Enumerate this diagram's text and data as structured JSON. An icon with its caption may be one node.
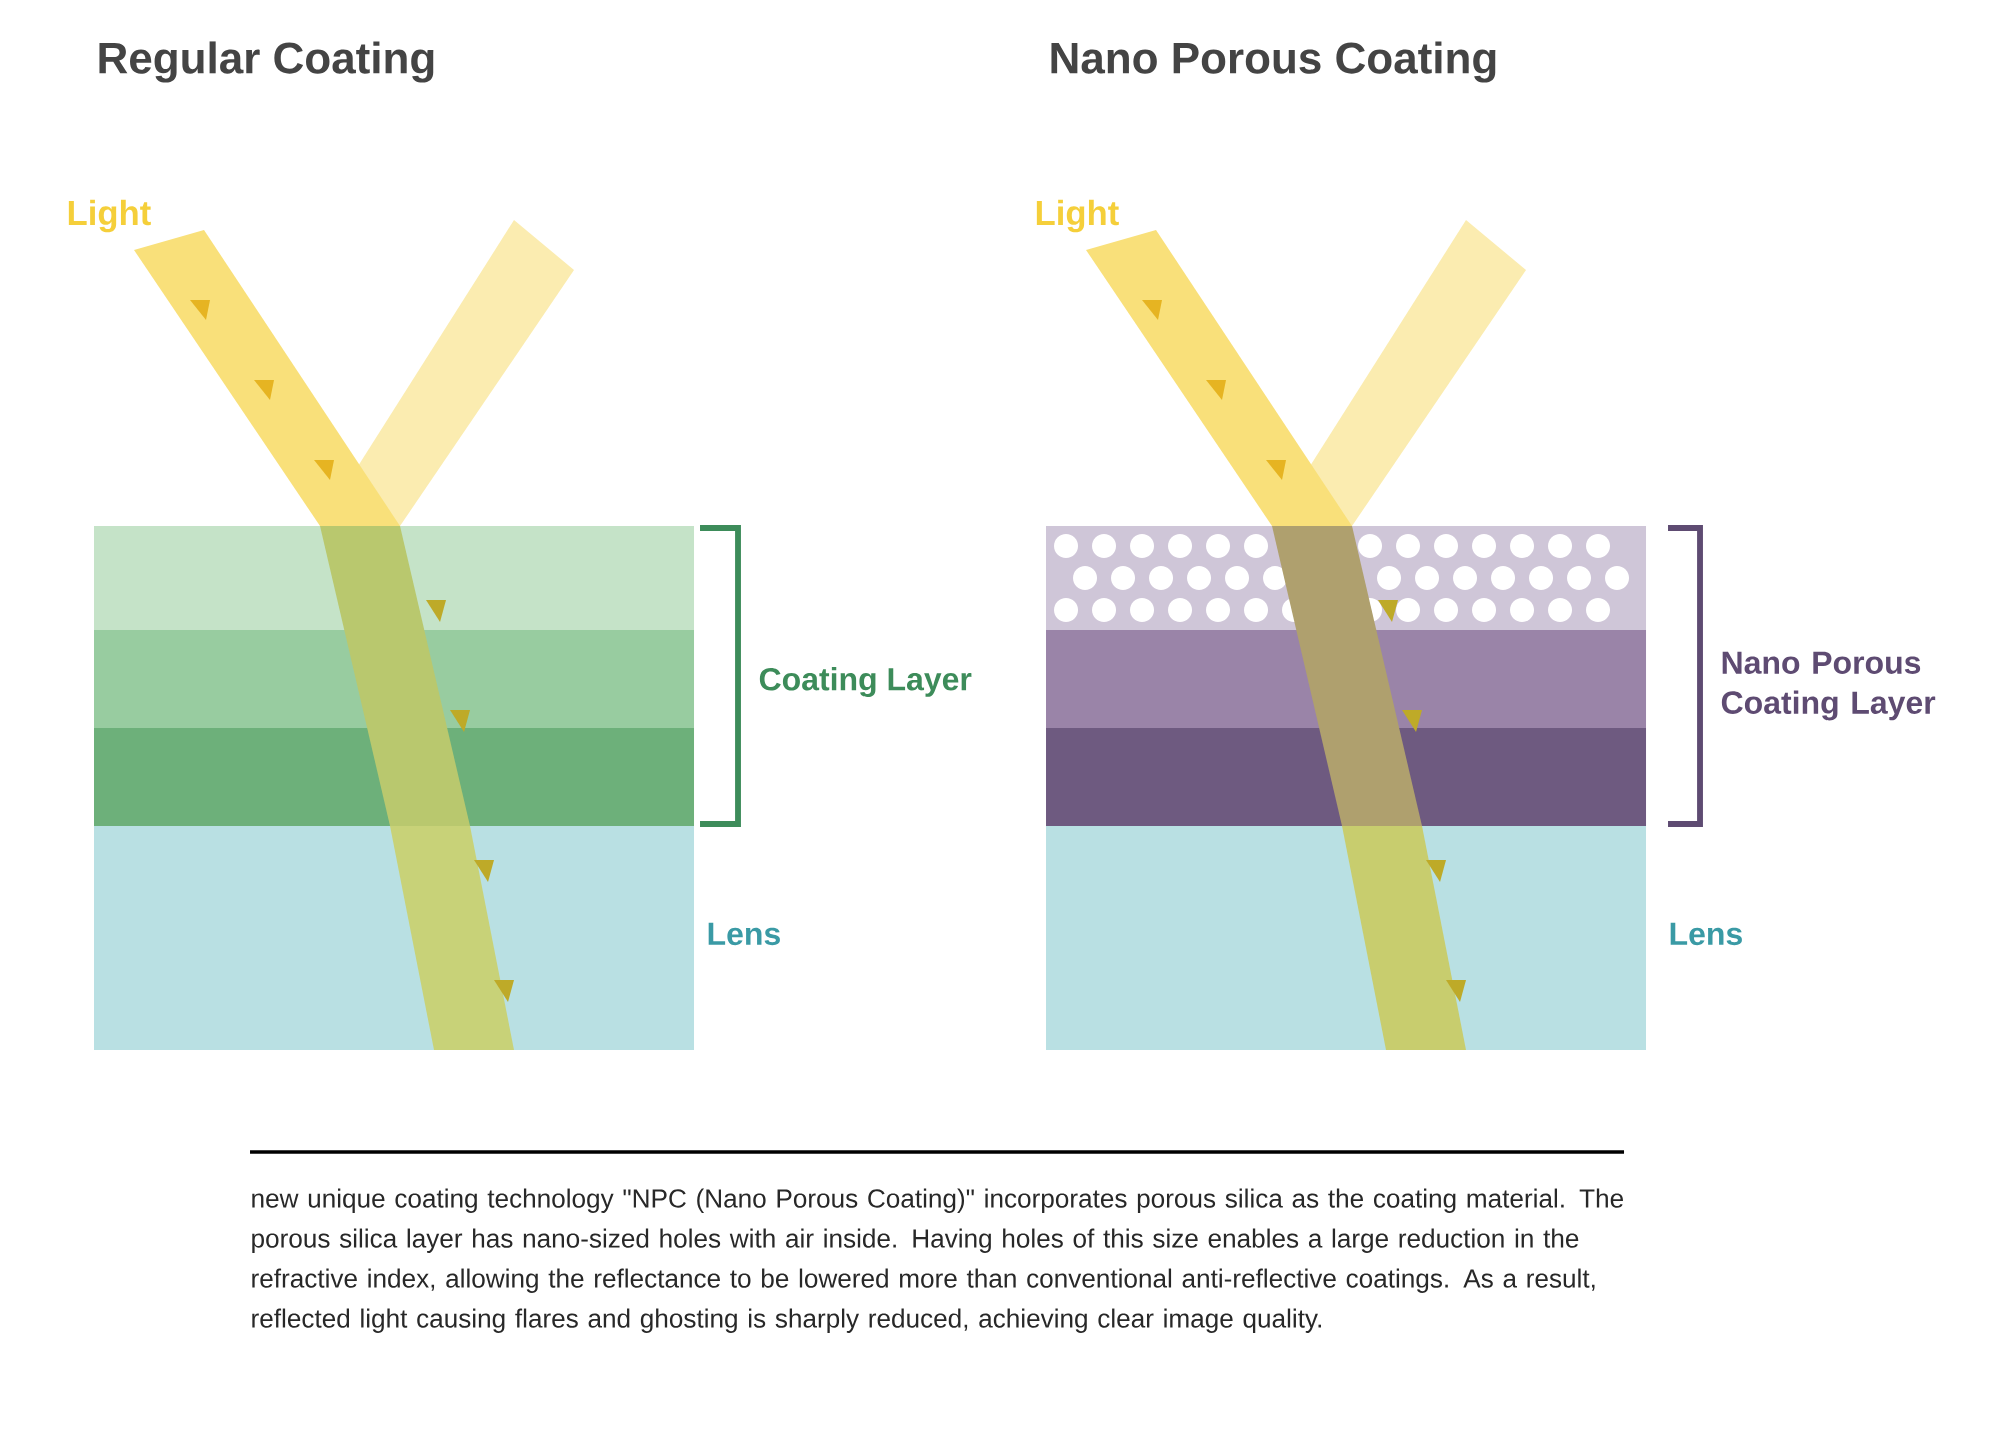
{
  "diagram": {
    "caption": "new unique coating technology \"NPC (Nano Porous Coating)\" incorporates porous silica as the coating material. The porous silica layer has nano-sized holes with air inside. Having holes of this size enables a large reduction in the refractive index, allowing the reflectance to be lowered more than conventional anti-reflective coatings. As a result, reflected light causing flares and ghosting is sharply reduced, achieving clear image quality.",
    "labels": [
      "Regular Coating",
      "Nano Porous Coating",
      "Light",
      "Light",
      "Coating Layer",
      "Nano Porous Coating Layer",
      "Lens",
      "Lens"
    ]
  }
}
